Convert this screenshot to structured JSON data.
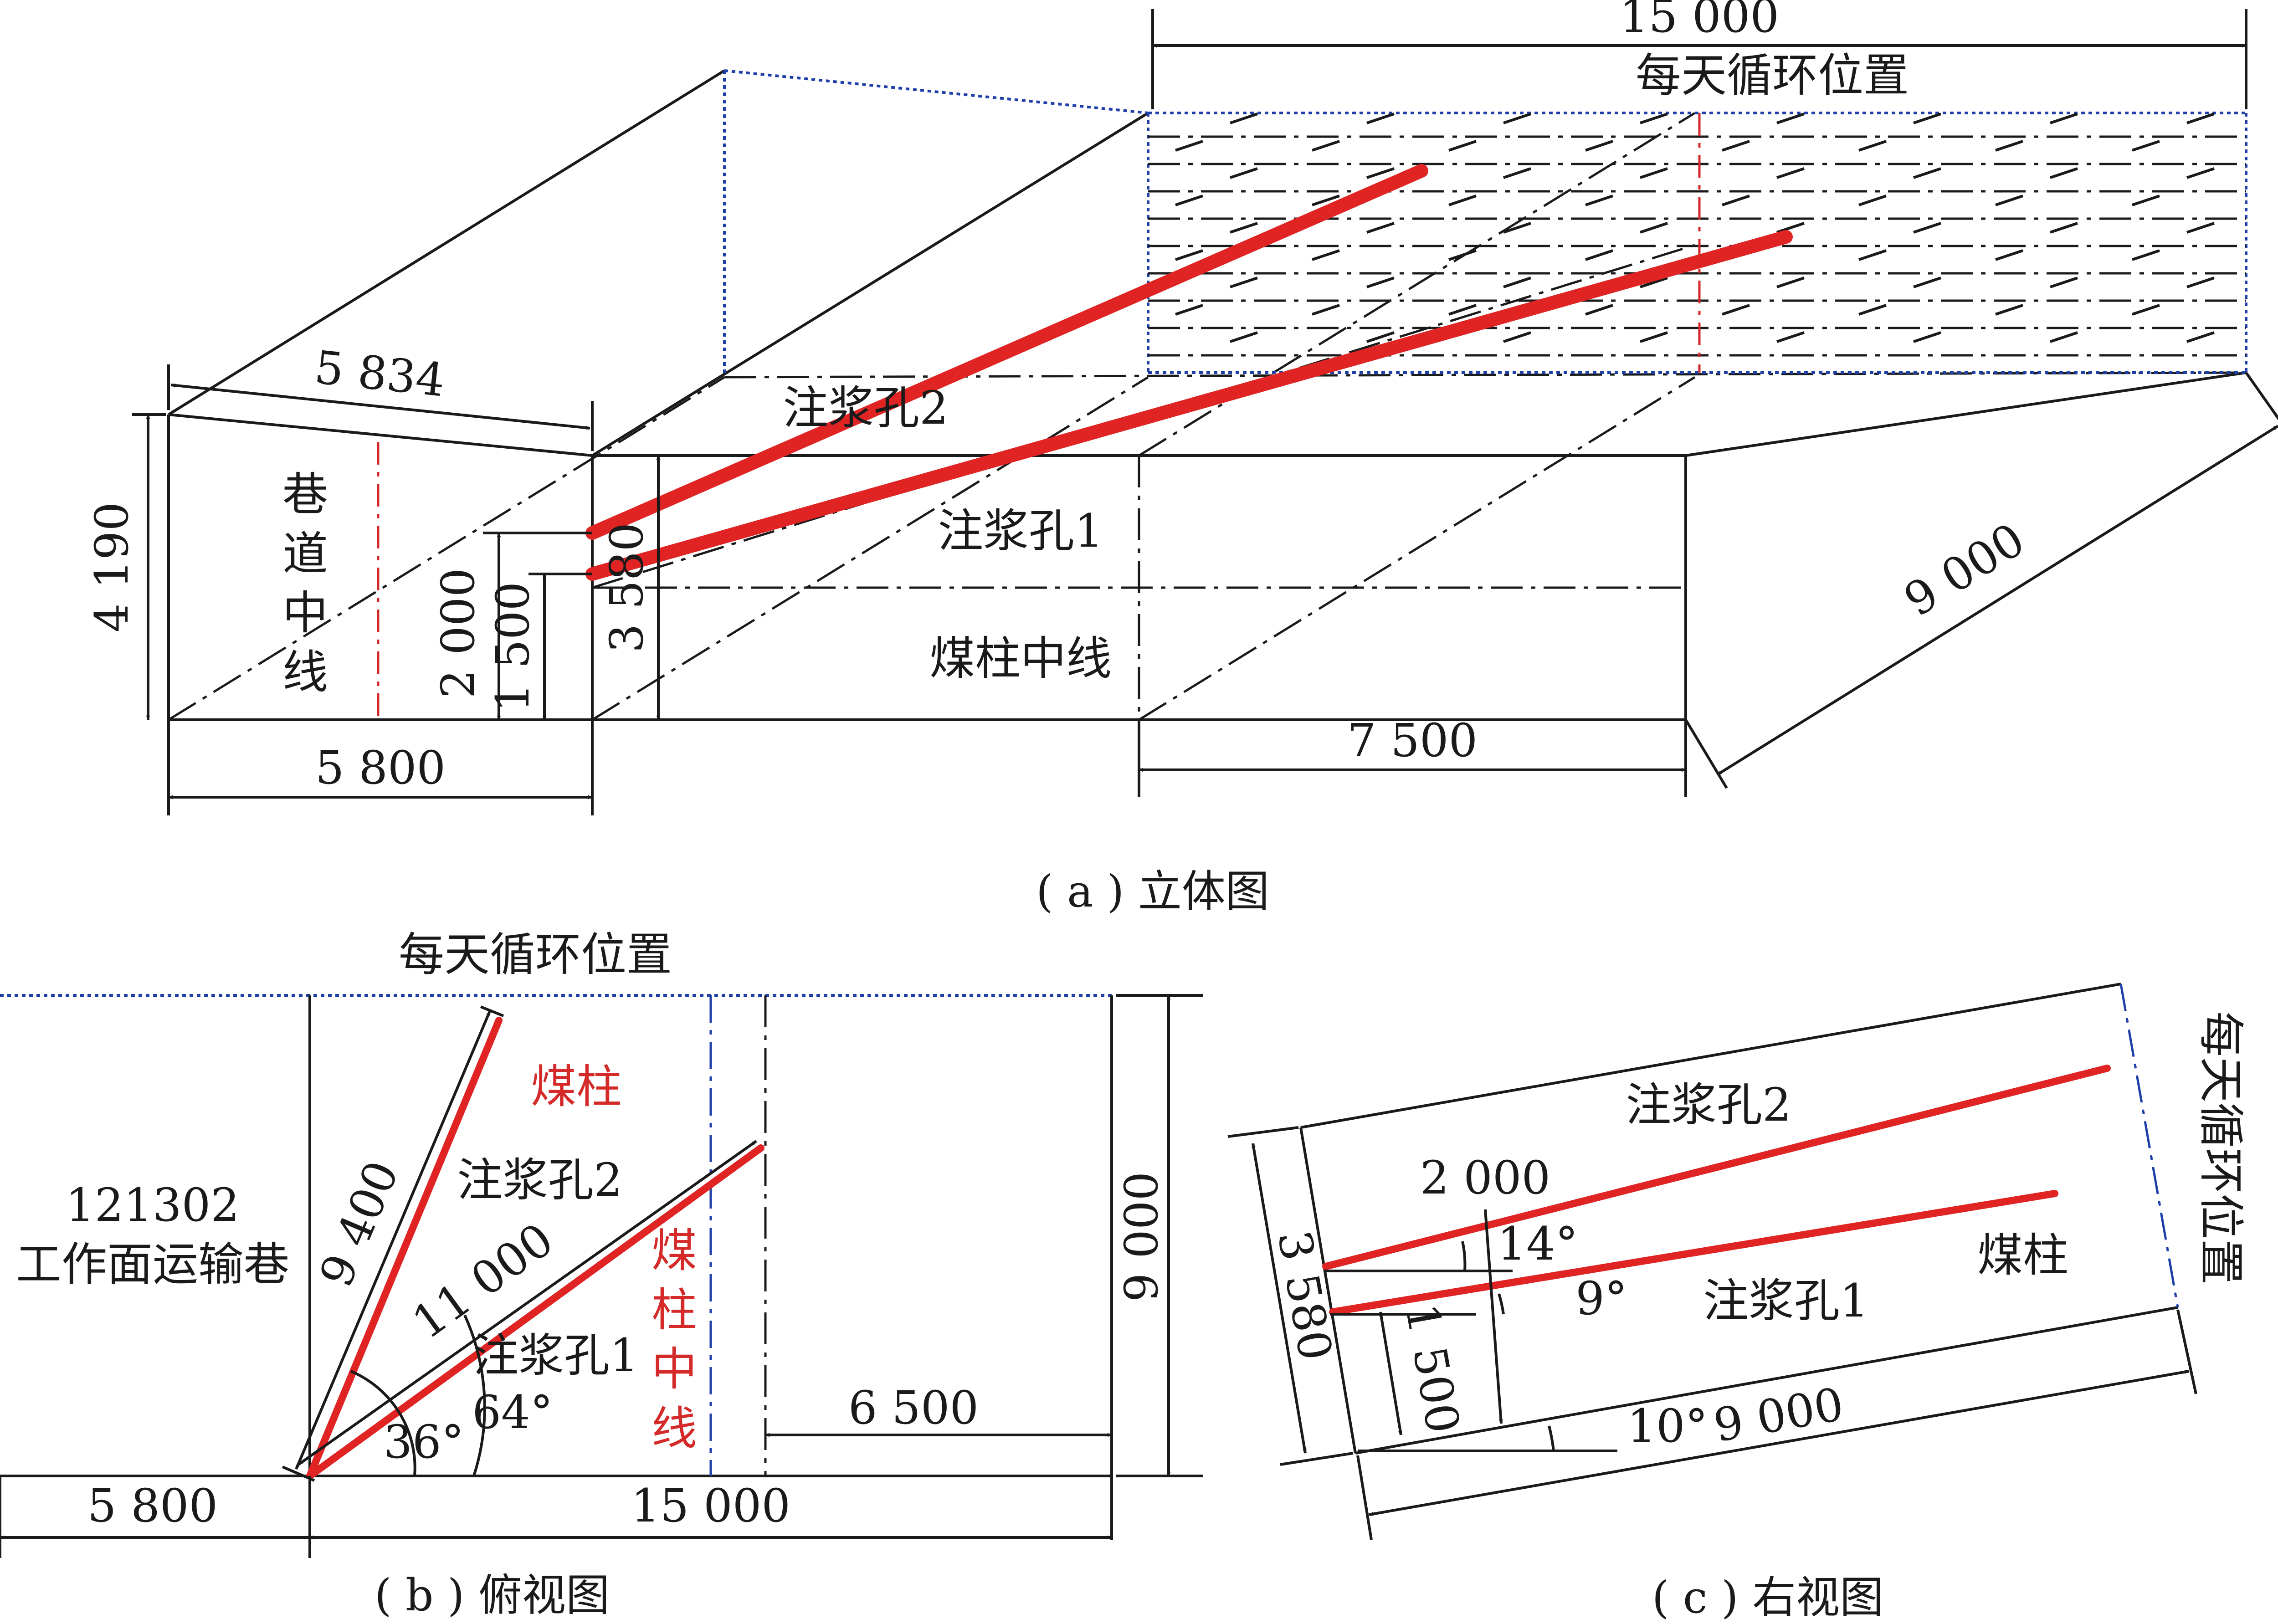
{
  "panel_a": {
    "caption": "( a ) 立体图",
    "dim_top": "15 000",
    "daily_cycle": "每天循环位置",
    "dim_roadway_width_slant": "5 834",
    "dim_height": "4 190",
    "roadway_centerline": [
      "巷",
      "道",
      "中",
      "线"
    ],
    "dim_2000": "2 000",
    "dim_1500": "1 500",
    "dim_3580": "3 580",
    "hole2": "注浆孔2",
    "hole1": "注浆孔1",
    "pillar_centerline": "煤柱中线",
    "dim_bottom_left": "5 800",
    "dim_bottom_mid": "7 500",
    "dim_right_diag": "9 000"
  },
  "panel_b": {
    "caption": "( b ) 俯视图",
    "daily_cycle": "每天循环位置",
    "roadway_id": "121302",
    "roadway_name": "工作面运输巷",
    "pillar": "煤柱",
    "hole2": "注浆孔2",
    "hole1": "注浆孔1",
    "pillar_centerline": [
      "煤",
      "柱",
      "中",
      "线"
    ],
    "len_9400": "9 400",
    "len_11000": "11 000",
    "angle_64": "64°",
    "angle_36": "36°",
    "dim_right": "9 000",
    "dim_6500": "6 500",
    "dim_5800": "5 800",
    "dim_15000": "15 000"
  },
  "panel_c": {
    "caption": "( c ) 右视图",
    "hole2": "注浆孔2",
    "hole1": "注浆孔1",
    "pillar": "煤柱",
    "daily_cycle": "每天循环位置",
    "dim_2000": "2 000",
    "angle_14": "14°",
    "angle_9": "9°",
    "dim_3580": "3 580",
    "dim_1500": "1 500",
    "angle_10": "10°",
    "dim_9000": "9 000"
  }
}
